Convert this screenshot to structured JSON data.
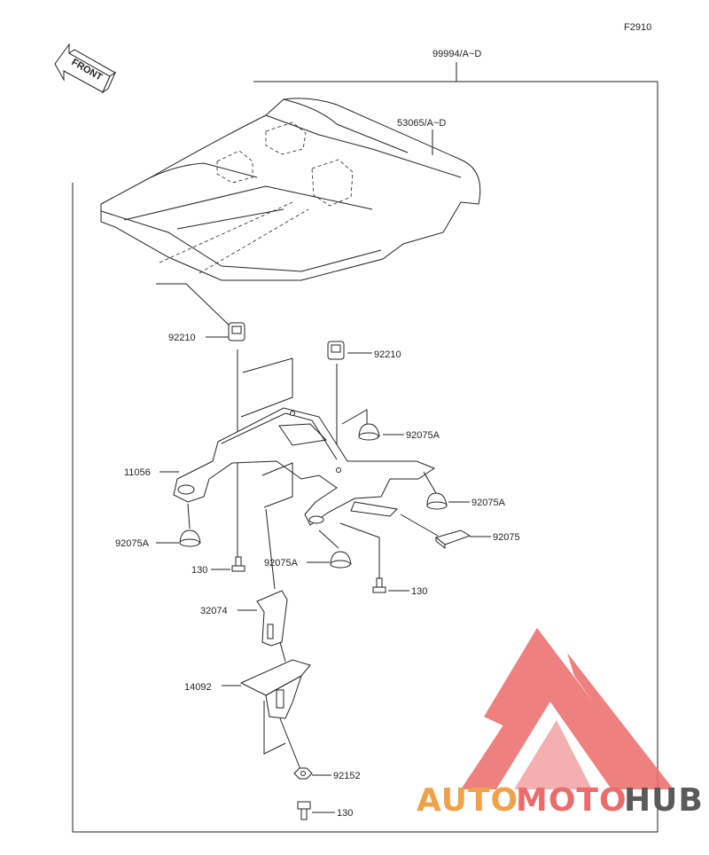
{
  "figure_code": "F2910",
  "front_label": "FRONT",
  "parts": {
    "kit": "99994/A~D",
    "cover": "53065/A~D",
    "clip_left": "92210",
    "clip_right": "92210",
    "bracket": "11056",
    "damper_upper": "92075A",
    "damper_left": "92075A",
    "damper_right": "92075A",
    "damper_center": "92075A",
    "pad": "92075",
    "bolt_left": "130",
    "bolt_right": "130",
    "bolt_bottom": "130",
    "stay": "32074",
    "plate": "14092",
    "nut": "92152"
  },
  "watermark": {
    "part1": "AUTO",
    "part2": "MOTO",
    "part3": "HUB",
    "color_accent": "#f0a24a",
    "color_red": "#ec6b6b",
    "color_dark": "#5a5a5a"
  }
}
